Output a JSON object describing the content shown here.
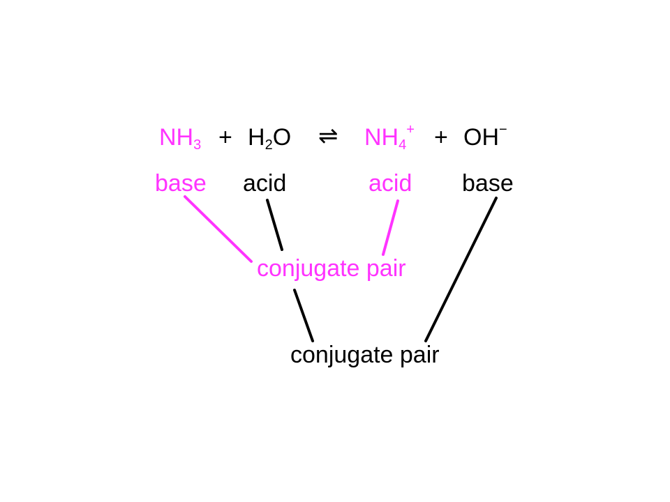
{
  "equation": {
    "reactant1": {
      "main": "NH",
      "sub": "3"
    },
    "plus1": "+",
    "reactant2": {
      "pre": "H",
      "sub": "2",
      "post": "O"
    },
    "arrow": "⇌",
    "product1": {
      "main": "NH",
      "sub": "4",
      "sup": "+"
    },
    "plus2": "+",
    "product2": {
      "main": "OH",
      "sup": "−"
    }
  },
  "roles": {
    "reactant1": "base",
    "reactant2": "acid",
    "product1": "acid",
    "product2": "base"
  },
  "pairs": {
    "magenta": "conjugate pair",
    "black": "conjugate pair"
  },
  "colors": {
    "magenta": "#ff33ff",
    "black": "#000000"
  }
}
